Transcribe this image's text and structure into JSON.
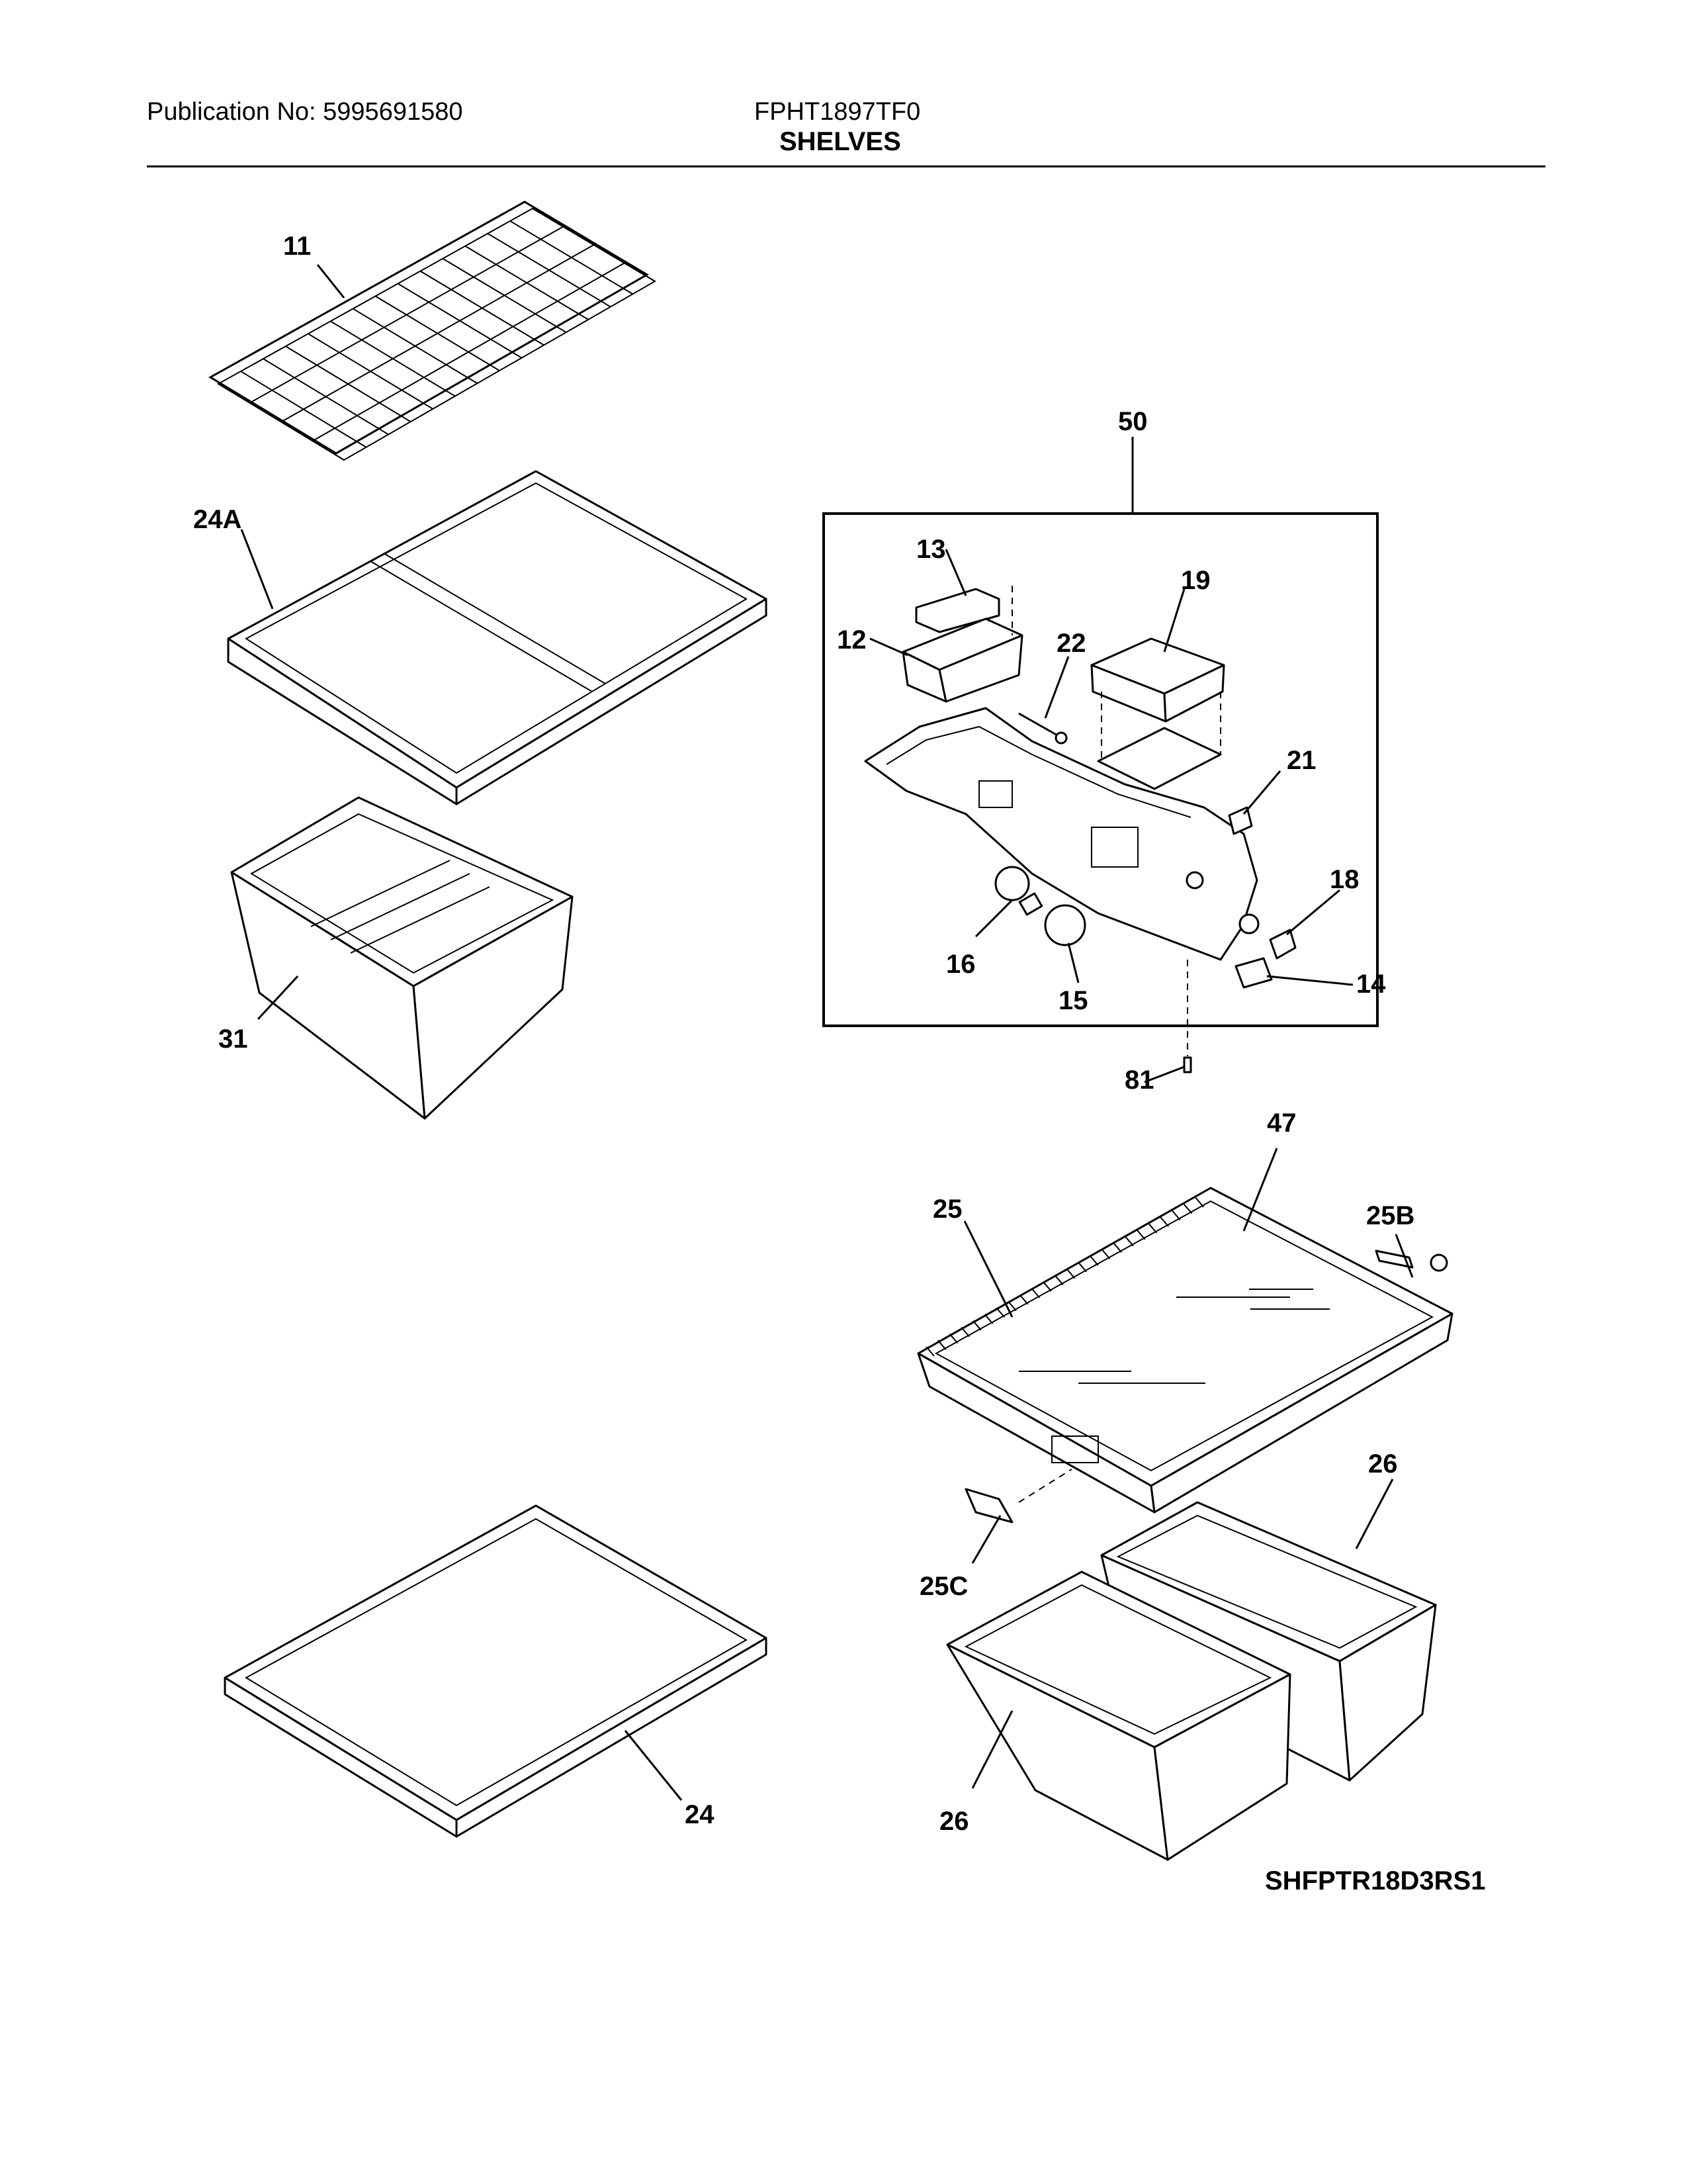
{
  "header": {
    "publication": "Publication No: 5995691580",
    "model": "FPHT1897TF0",
    "title": "SHELVES"
  },
  "callouts": {
    "c11": "11",
    "c24A": "24A",
    "c31": "31",
    "c24": "24",
    "c50": "50",
    "c13": "13",
    "c19": "19",
    "c12": "12",
    "c22": "22",
    "c21": "21",
    "c18": "18",
    "c16": "16",
    "c15": "15",
    "c14": "14",
    "c81": "81",
    "c47": "47",
    "c25": "25",
    "c25B": "25B",
    "c26a": "26",
    "c25C": "25C",
    "c26b": "26"
  },
  "diagram_code": "SHFPTR18D3RS1"
}
